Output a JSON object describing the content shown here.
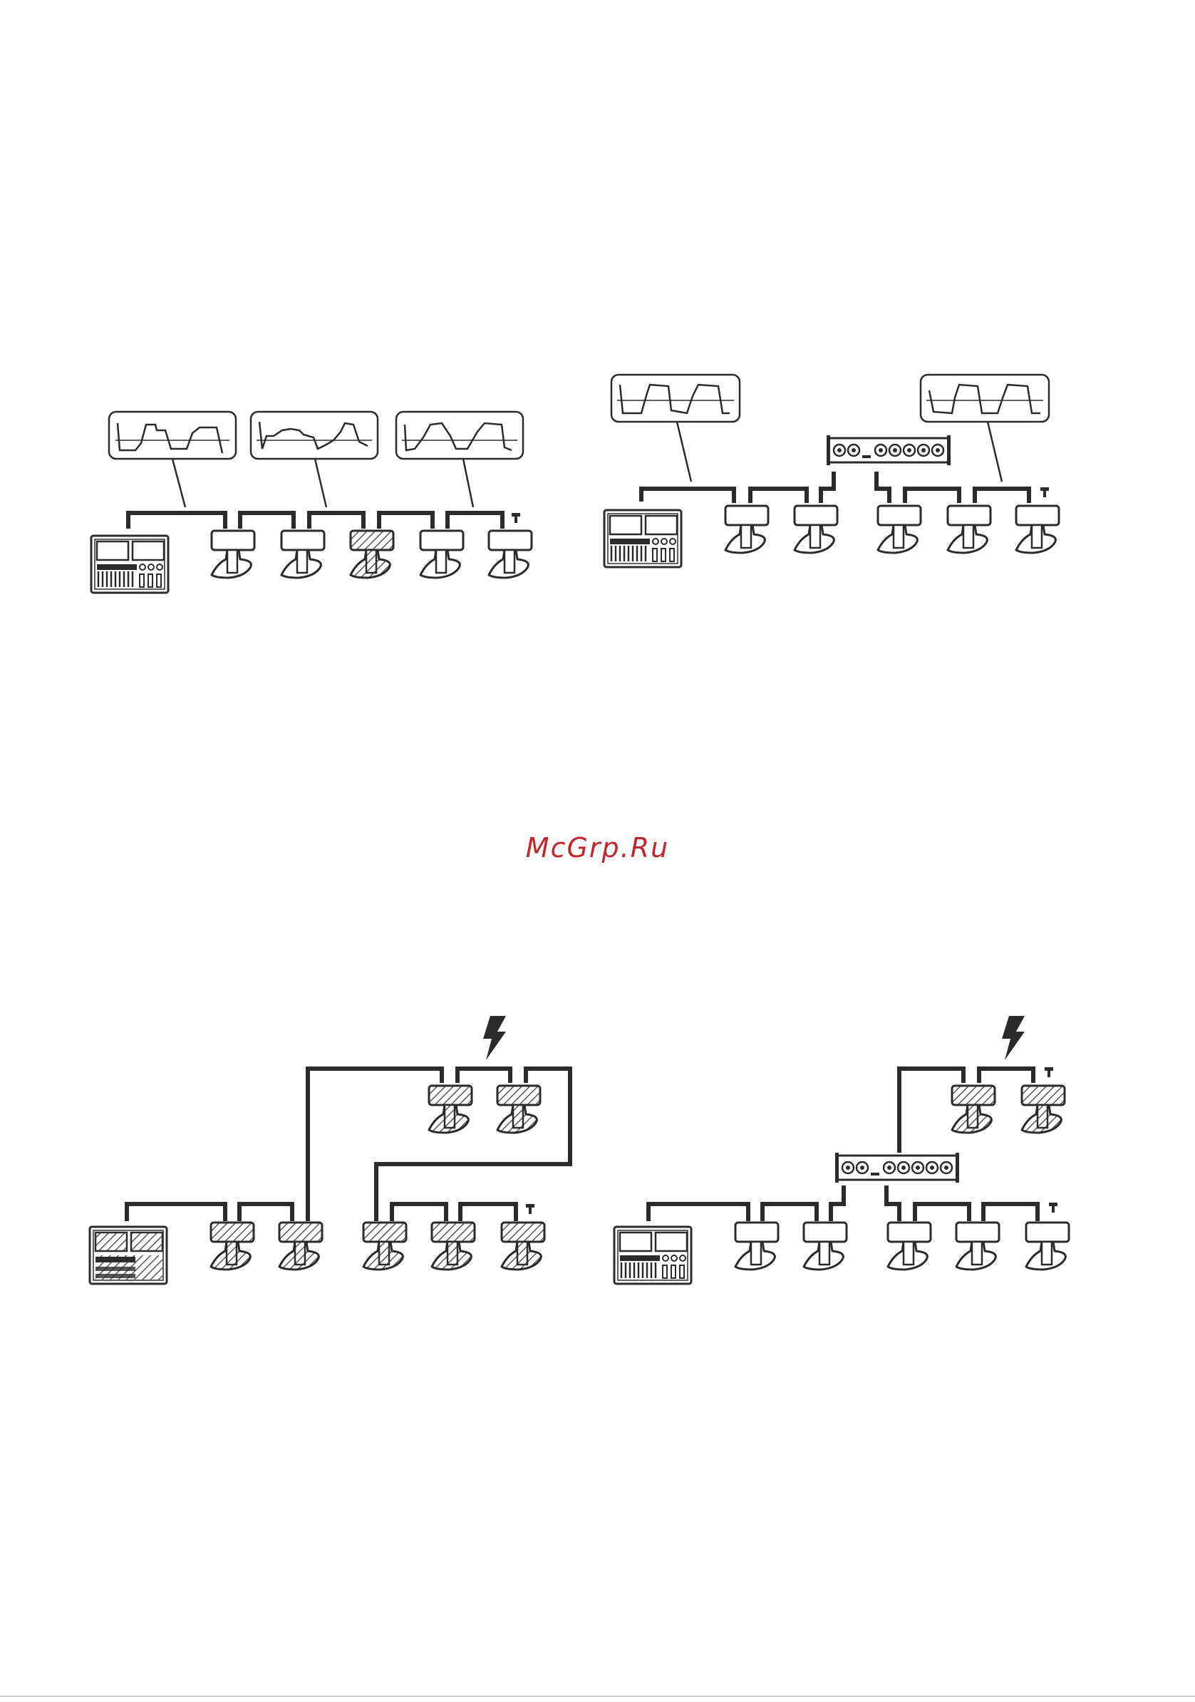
{
  "watermark": {
    "text": "McGrp.Ru",
    "color": "#c0282d"
  },
  "colors": {
    "ink": "#2b2b2b",
    "hatch": "#555555",
    "paper": "#ffffff",
    "rule": "#cccccc"
  },
  "diagrams": [
    {
      "id": "daisy-chain-reflections",
      "scope_icons": 3,
      "splitter": false,
      "lightning": false,
      "fixtures": 5,
      "hatched_fixtures": [
        2
      ]
    },
    {
      "id": "splitter-clean-signal",
      "scope_icons": 2,
      "splitter": true,
      "lightning": false,
      "fixtures": 5,
      "hatched_fixtures": []
    },
    {
      "id": "ground-loop-strike",
      "scope_icons": 0,
      "splitter": false,
      "lightning": true,
      "fixtures": 7,
      "hatched_fixtures": [
        0,
        1,
        2,
        3,
        4,
        5,
        6
      ]
    },
    {
      "id": "splitter-isolation",
      "scope_icons": 0,
      "splitter": true,
      "lightning": true,
      "fixtures": 7,
      "hatched_fixtures": [
        0,
        1
      ]
    }
  ]
}
